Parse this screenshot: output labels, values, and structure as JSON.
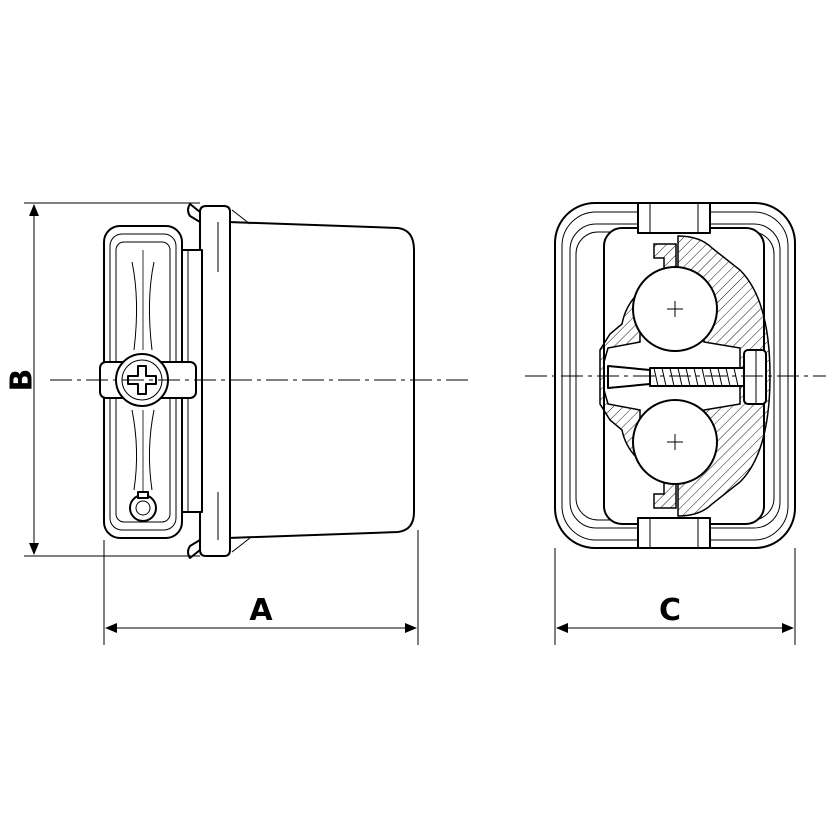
{
  "dimensions": {
    "a": "A",
    "b": "B",
    "c": "C"
  },
  "colors": {
    "line": "#000000",
    "background": "#ffffff"
  }
}
